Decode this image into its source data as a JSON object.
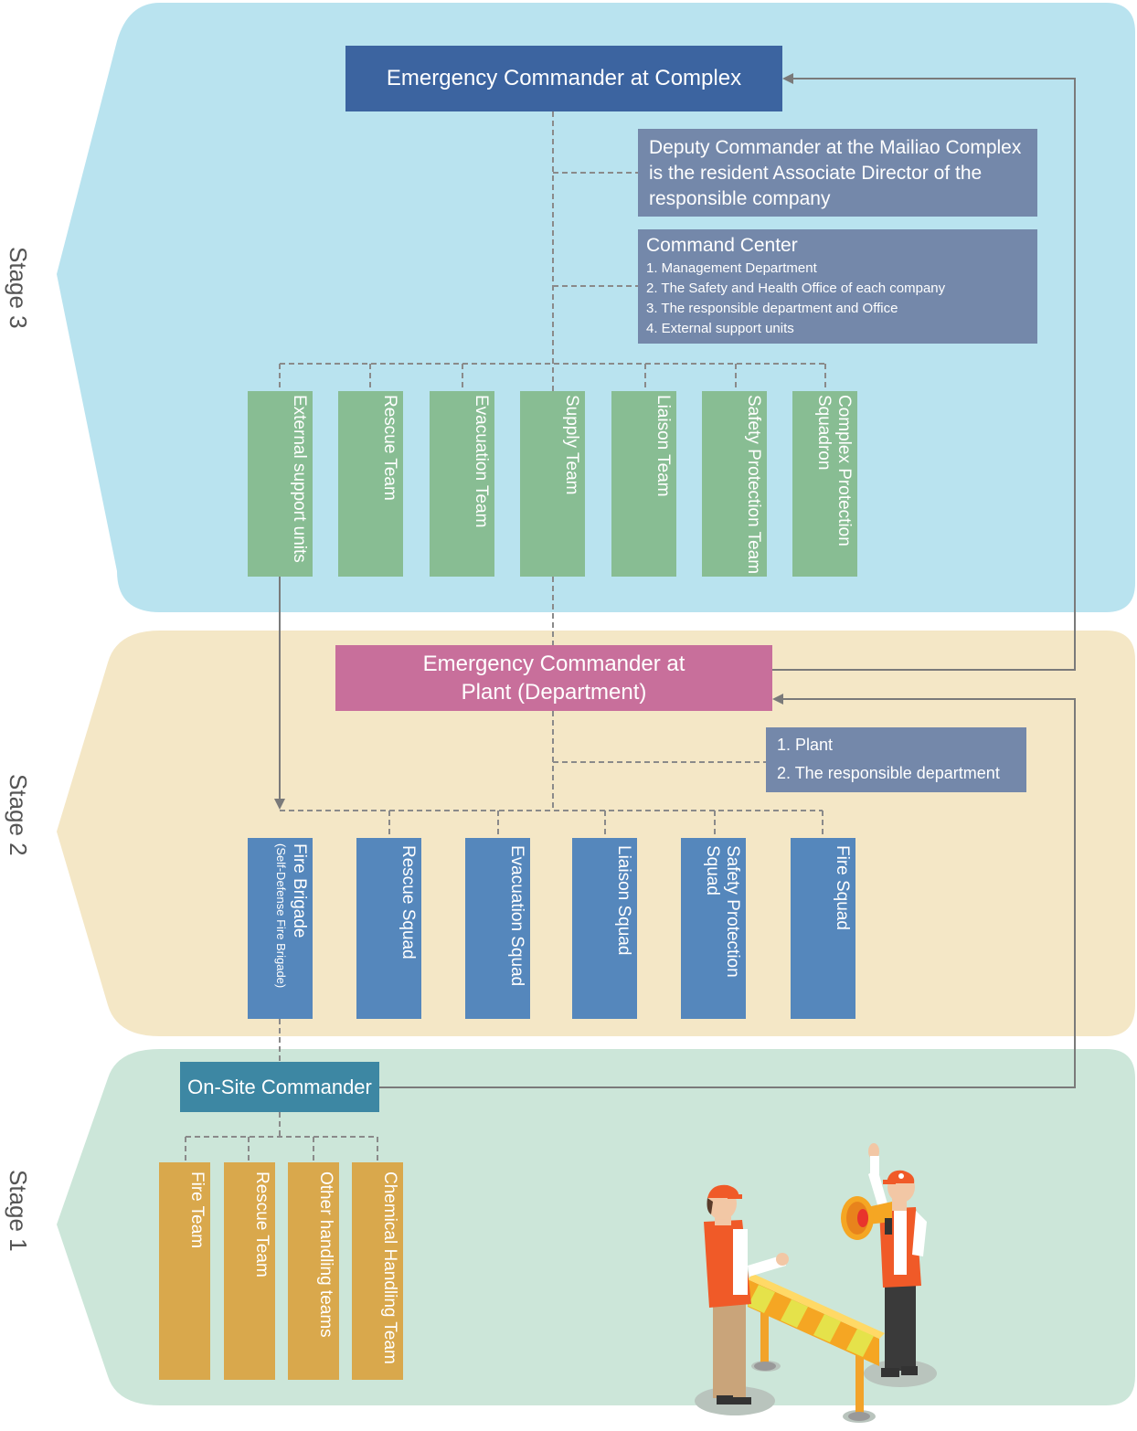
{
  "stages": {
    "stage3": "Stage 3",
    "stage2": "Stage 2",
    "stage1": "Stage 1"
  },
  "colors": {
    "stage3_bg": "#b9e3ef",
    "stage2_bg": "#f4e7c6",
    "stage1_bg": "#cce6d9",
    "complex_commander": "#3c64a0",
    "info_box": "#7488aa",
    "green_team": "#88bd93",
    "plant_commander": "#c86f9b",
    "blue_squad": "#5587bc",
    "onsite_commander": "#3d87a3",
    "orange_team": "#d9a84c"
  },
  "stage3": {
    "commander": "Emergency Commander at Complex",
    "deputy": "Deputy Commander at the Mailiao Complex is the resident Associate Director of the responsible company",
    "command_center": {
      "title": "Command Center",
      "items": [
        "1. Management Department",
        "2. The Safety and Health Office of each company",
        "3. The responsible department and Office",
        "4. External support units"
      ]
    },
    "teams": [
      "External support units",
      "Rescue Team",
      "Evacuation Team",
      "Supply Team",
      "Liaison Team",
      "Safety Protection Team",
      "Complex Protection Squadron"
    ]
  },
  "stage2": {
    "commander": "Emergency Commander at Plant (Department)",
    "plant_info": [
      "1. Plant",
      "2. The responsible department"
    ],
    "fire_brigade": {
      "name": "Fire Brigade",
      "sub": "(Self-Defense Fire Brigade)"
    },
    "squads": [
      "Rescue Squad",
      "Evacuation Squad",
      "Liaison Squad",
      "Safety Protection Squad",
      "Fire Squad"
    ]
  },
  "stage1": {
    "commander": "On-Site Commander",
    "teams": [
      "Fire Team",
      "Rescue Team",
      "Other handling teams",
      "Chemical Handling Team"
    ]
  }
}
